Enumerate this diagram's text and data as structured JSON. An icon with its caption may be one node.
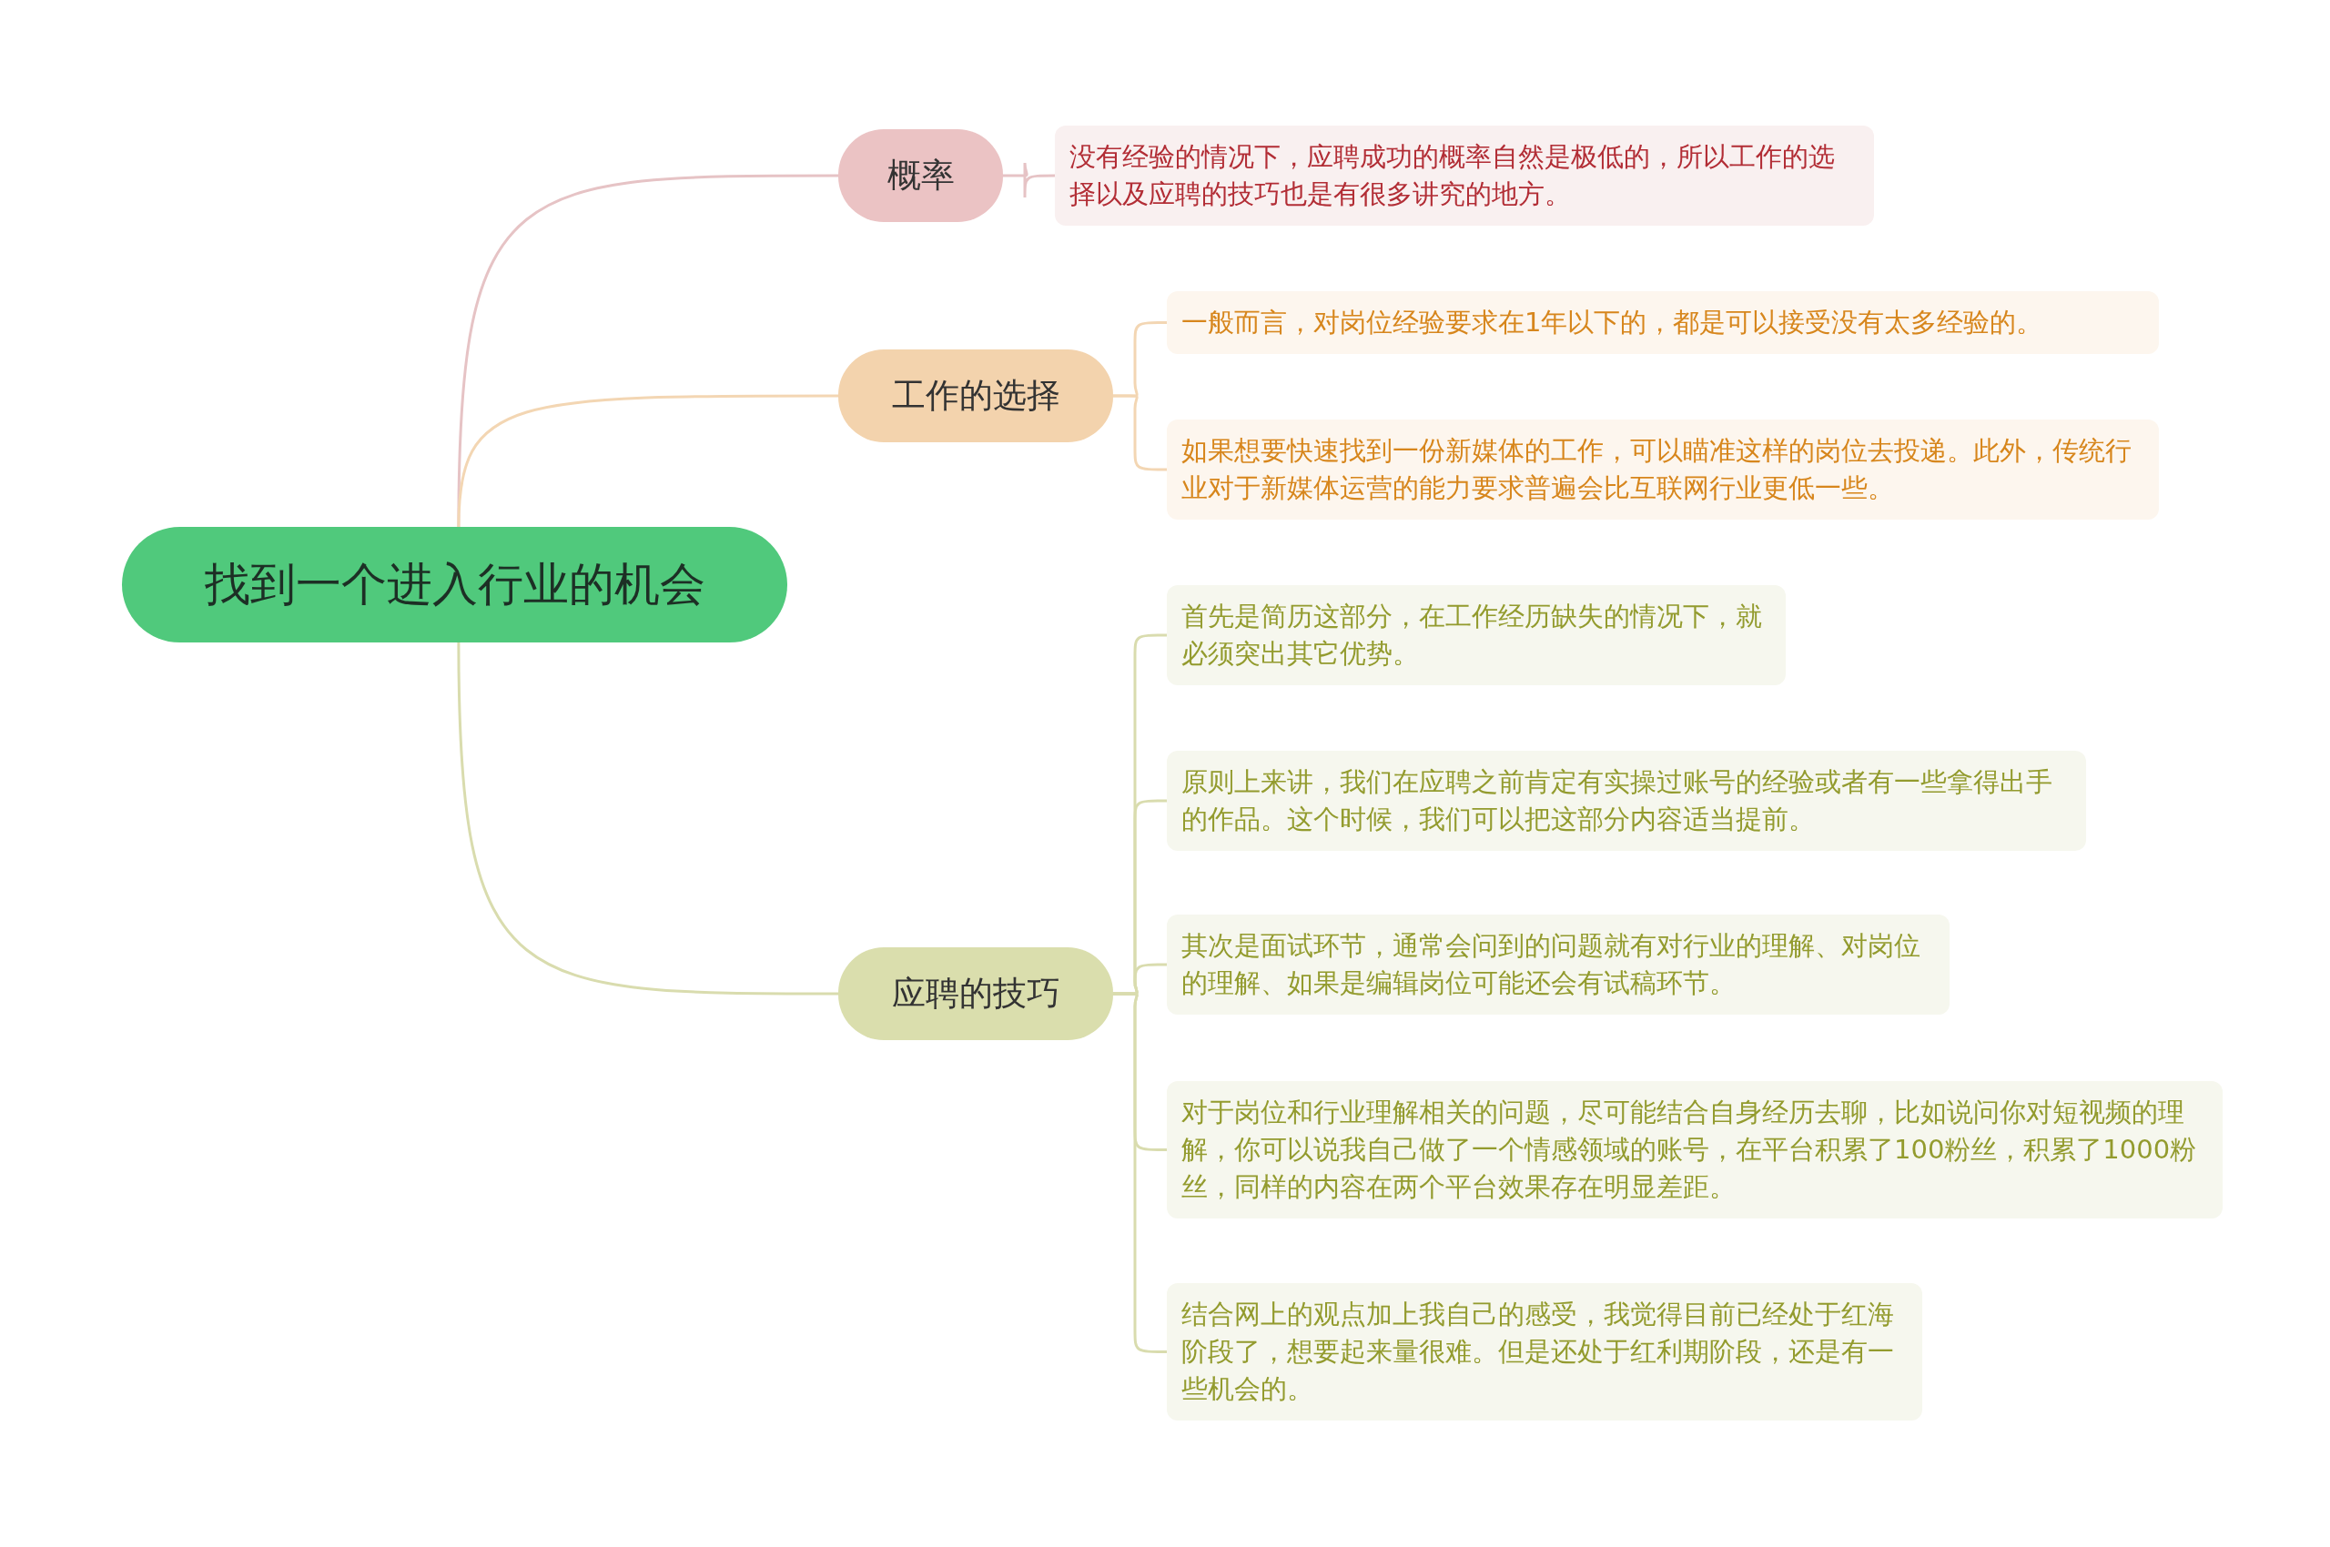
{
  "diagram": {
    "nodes": [
      {
        "text": [
          "找到一个进入行业的机会"
        ]
      },
      {
        "text": [
          "概率"
        ]
      },
      {
        "text": [
          "没有经验的情况下，应聘成功的概率自然是极低的，所以工作的选择以及应聘的技巧也是有很多讲究的地方。"
        ]
      },
      {
        "text": [
          "工作的选择"
        ]
      },
      {
        "text": [
          "一般而言，对岗位经验要求在1年以下的，都是可以接受没有太多经验的。"
        ]
      },
      {
        "text": [
          "如果想要快速找到一份新媒体的工作，可以瞄准这样的岗位去投递。此外，传统行业对于新媒体运营的能力要求普遍会比互联网行业更低一些。"
        ]
      },
      {
        "text": [
          "应聘的技巧"
        ]
      },
      {
        "text": [
          "首先是简历这部分，在工作经历缺失的情况下，就必须突出其它优势。"
        ]
      },
      {
        "text": [
          "原则上来讲，我们在应聘之前肯定有实操过账号的经验或者有一些拿得出手的作品。这个时候，我们可以把这部分内容适当提前。"
        ]
      },
      {
        "text": [
          "其次是面试环节，通常会问到的问题就有对行业的理解、对岗位的理解、如果是编辑岗位可能还会有试稿环节。"
        ]
      },
      {
        "text": [
          "对于岗位和行业理解相关的问题，尽可能结合自身经历去聊，比如说问你对短视频的理解，你可以说我自己做了一个情感领域的账号，在平台积累了100粉丝，积累了1000粉丝，同样的内容在两个平台效果存在明显差距。"
        ]
      },
      {
        "text": [
          "结合网上的观点加上我自己的感受，我觉得目前已经处于红海阶段了，想要起来量很难。但是还处于红利期阶段，还是有一些机会的。"
        ]
      }
    ],
    "edges": [
      {
        "from": 0,
        "to": 1,
        "arrow": "none",
        "color": "#e6c3c5"
      },
      {
        "from": 1,
        "to": 2,
        "arrow": "none",
        "color": "#e6c3c5"
      },
      {
        "from": 0,
        "to": 3,
        "arrow": "none",
        "color": "#f3d6b3"
      },
      {
        "from": 3,
        "to": 4,
        "arrow": "none",
        "color": "#f3d6b3"
      },
      {
        "from": 3,
        "to": 5,
        "arrow": "none",
        "color": "#f3d6b3"
      },
      {
        "from": 0,
        "to": 6,
        "arrow": "none",
        "color": "#d9dcae"
      },
      {
        "from": 6,
        "to": 7,
        "arrow": "none",
        "color": "#d9dcae"
      },
      {
        "from": 6,
        "to": 8,
        "arrow": "none",
        "color": "#d9dcae"
      },
      {
        "from": 6,
        "to": 9,
        "arrow": "none",
        "color": "#d9dcae"
      },
      {
        "from": 6,
        "to": 10,
        "arrow": "none",
        "color": "#d9dcae"
      },
      {
        "from": 6,
        "to": 11,
        "arrow": "none",
        "color": "#d9dcae"
      }
    ]
  }
}
